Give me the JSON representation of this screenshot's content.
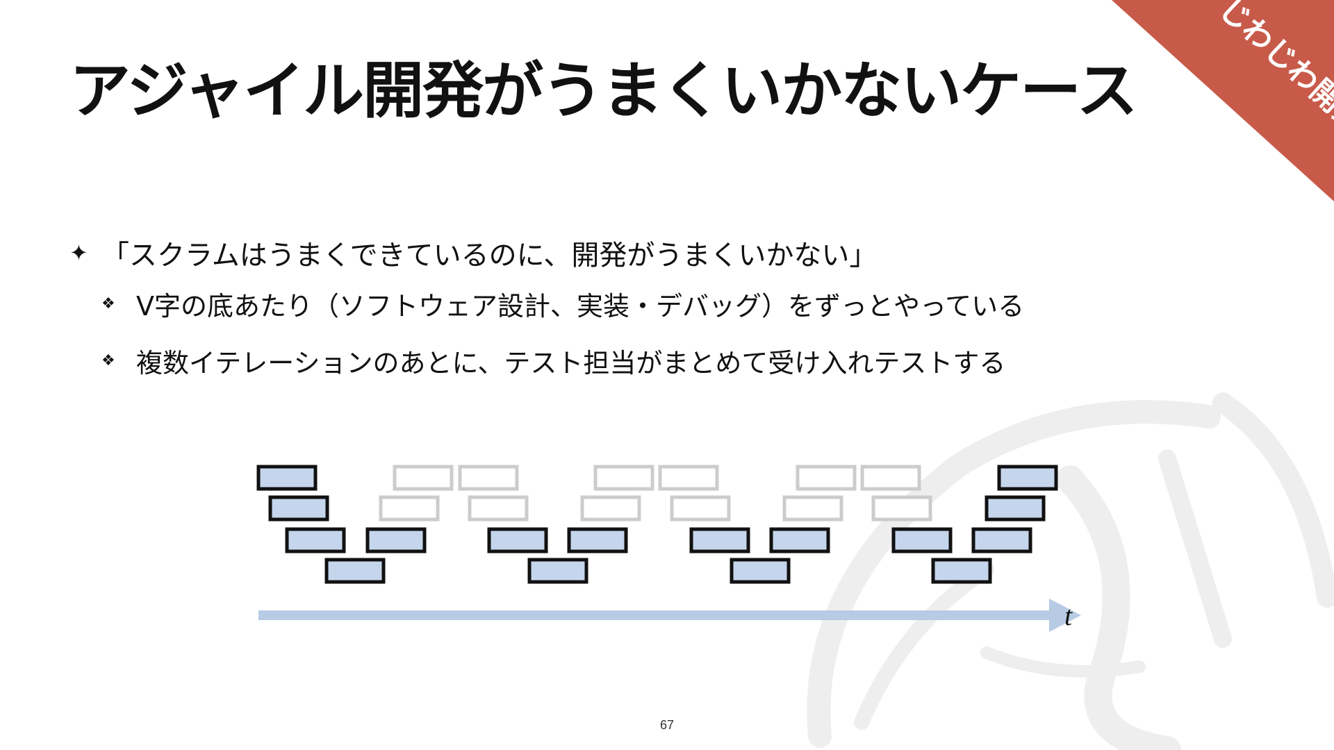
{
  "slide": {
    "title": "アジャイル開発がうまくいかないケース",
    "corner_label": "じわじわ開発",
    "page_number": "67",
    "colors": {
      "corner": "#c85a4a",
      "box_fill": "#c5d5ec",
      "box_stroke": "#111111",
      "ghost_stroke": "#cccccc",
      "arrow": "#b7cbe4",
      "watermark": "#ececec"
    }
  },
  "bullets": {
    "main": {
      "marker": "✦",
      "text": "「スクラムはうまくできているのに、開発がうまくいかない」"
    },
    "subs": [
      {
        "marker": "❖",
        "text": "V字の底あたり（ソフトウェア設計、実装・デバッグ）をずっとやっている"
      },
      {
        "marker": "❖",
        "text": "複数イテレーションのあとに、テスト担当がまとめて受け入れテストする"
      }
    ]
  },
  "diagram": {
    "axis_label": "t",
    "description_items": [
      "solid-box",
      "ghost-box"
    ]
  }
}
